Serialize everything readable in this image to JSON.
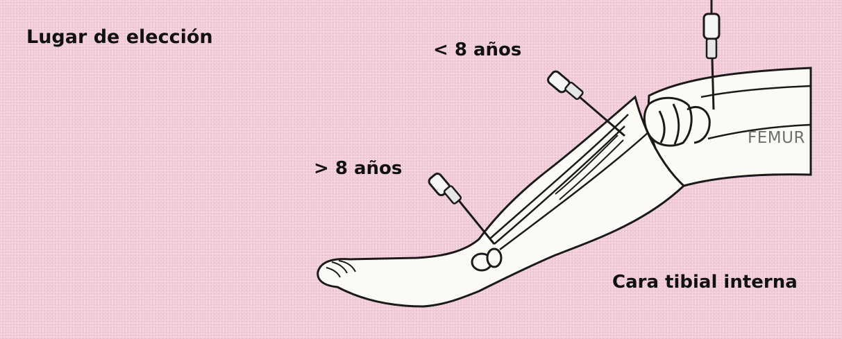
{
  "title": "Lugar de elección",
  "labels": {
    "under_8": "< 8 años",
    "over_8": "> 8 años",
    "femur": "FEMUR",
    "tibial": "Cara tibial interna"
  },
  "colors": {
    "background": "#f2cbd8",
    "limb_fill": "#fbfaf4",
    "outline": "#1a1a1a",
    "text": "#111111",
    "femur_text": "#6f6f6f"
  }
}
